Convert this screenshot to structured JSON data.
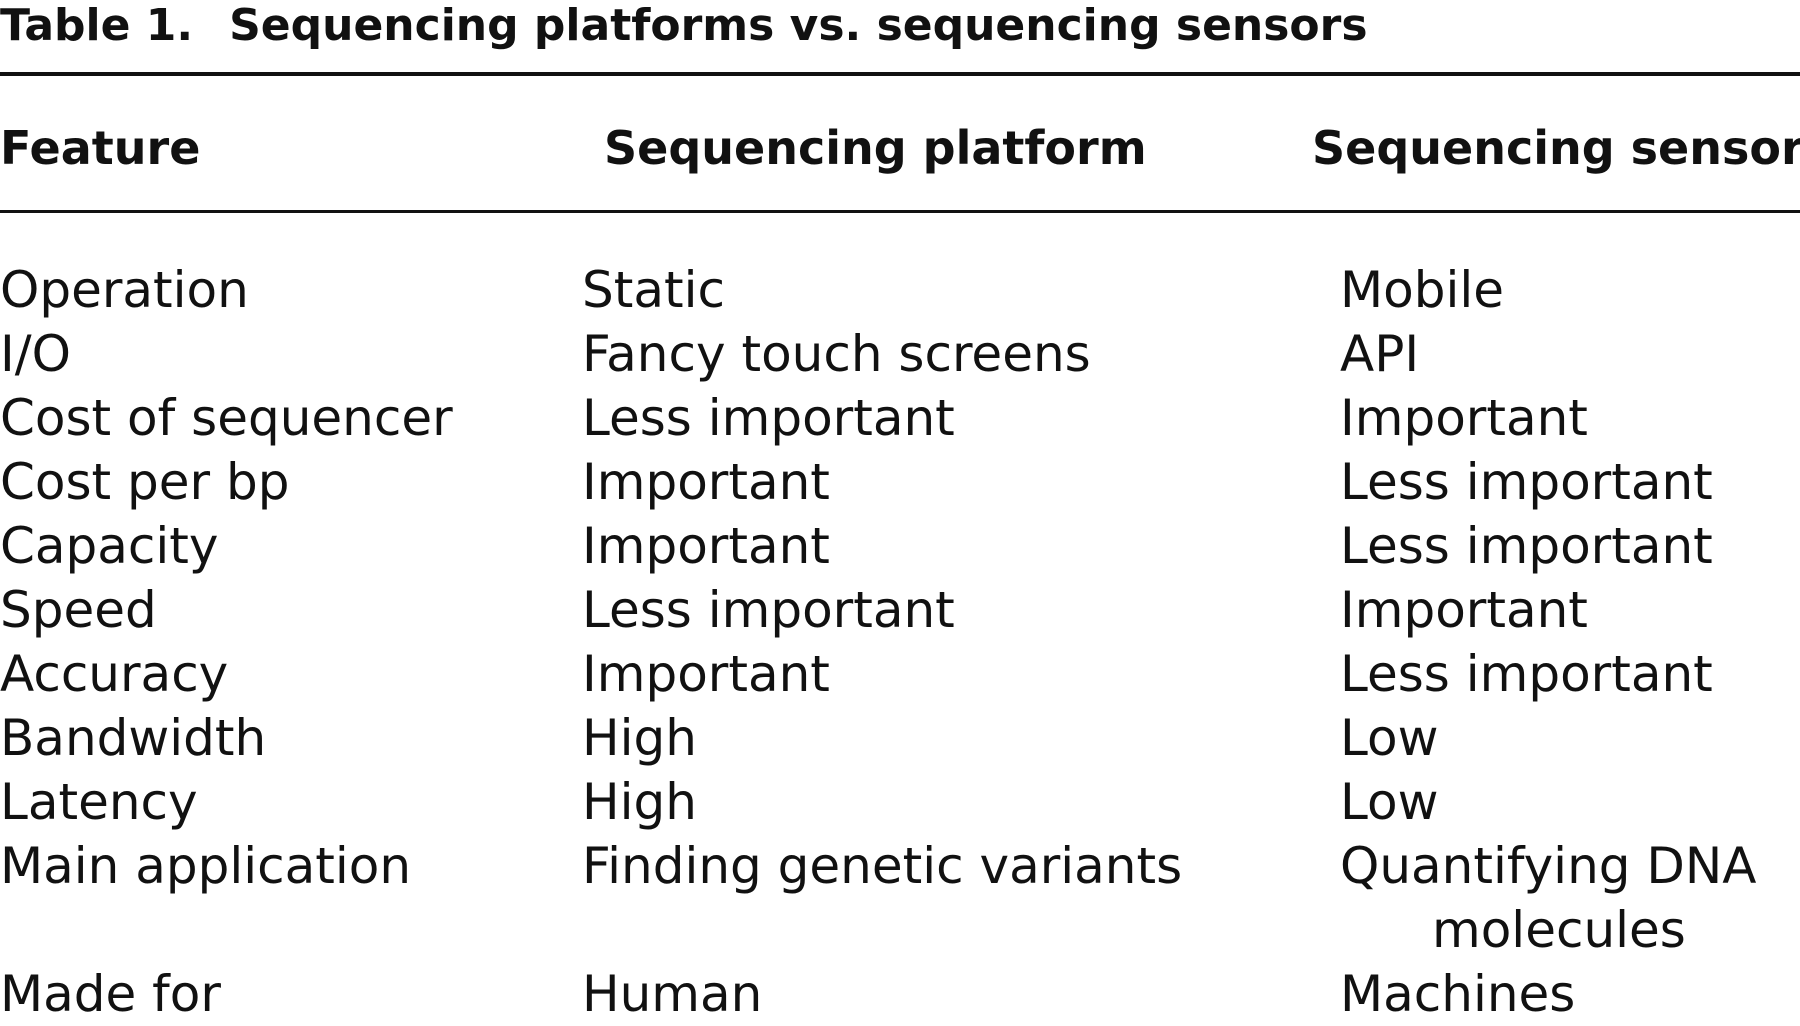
{
  "caption": {
    "label": "Table 1.",
    "title": "Sequencing platforms vs. sequencing sensors"
  },
  "headers": [
    "Feature",
    "Sequencing platform",
    "Sequencing sensor"
  ],
  "rows": [
    [
      "Operation",
      "Static",
      "Mobile"
    ],
    [
      "I/O",
      "Fancy touch screens",
      "API"
    ],
    [
      "Cost of sequencer",
      "Less important",
      "Important"
    ],
    [
      "Cost per bp",
      "Important",
      "Less important"
    ],
    [
      "Capacity",
      "Important",
      "Less important"
    ],
    [
      "Speed",
      "Less important",
      "Important"
    ],
    [
      "Accuracy",
      "Important",
      "Less important"
    ],
    [
      "Bandwidth",
      "High",
      "Low"
    ],
    [
      "Latency",
      "High",
      "Low"
    ],
    [
      "Main application",
      "Finding genetic variants",
      "Quantifying DNA molecules"
    ],
    [
      "Made for",
      "Human",
      "Machines"
    ]
  ],
  "wrapped_cell": {
    "line1": "Quantifying DNA",
    "line2": "molecules"
  }
}
